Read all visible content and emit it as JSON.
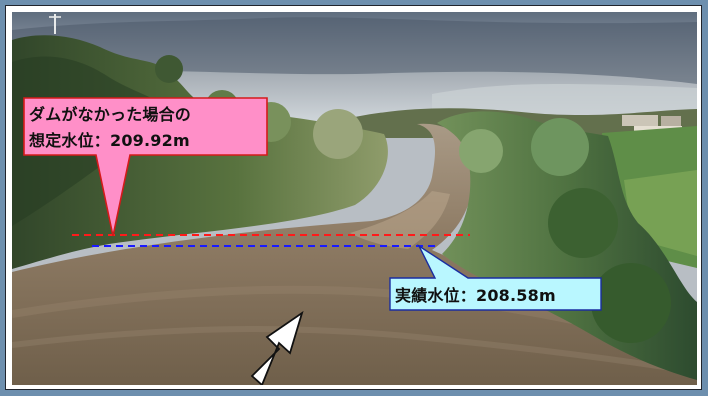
{
  "annotations": {
    "no_dam_level": {
      "line1": "ダムがなかった場合の",
      "line2": "想定水位：209.92m",
      "line_color": "#ff1a1a",
      "box_color": "#ff8fc8"
    },
    "actual_level": {
      "text": "実績水位：208.58m",
      "line_color": "#1a1aff",
      "box_color": "#b9f7ff"
    }
  },
  "icons": {
    "arrow": "up-right-arrow-icon"
  }
}
